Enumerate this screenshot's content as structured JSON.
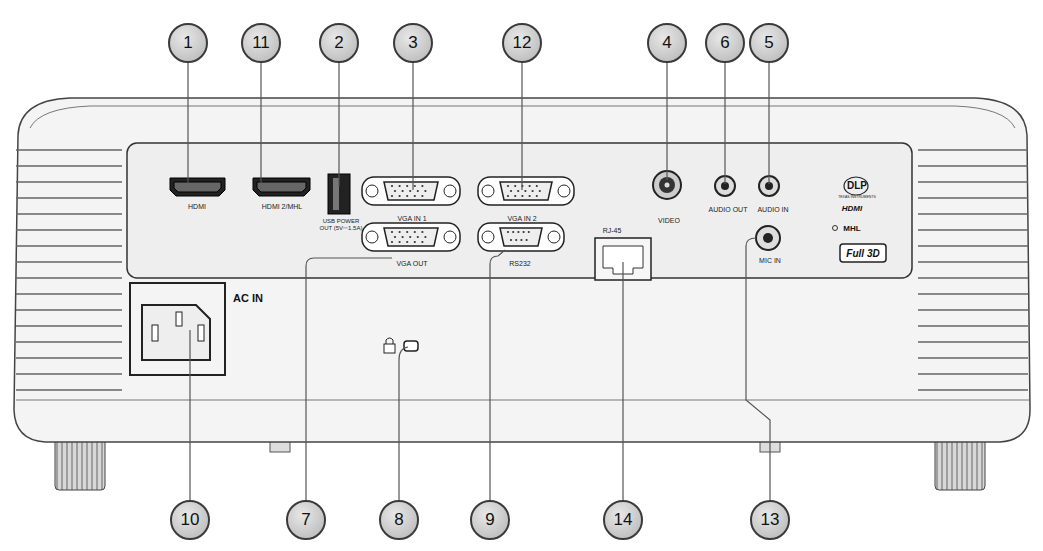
{
  "diagram": {
    "nodes": [
      {
        "text": [
          "1"
        ]
      },
      {
        "text": [
          "11"
        ]
      },
      {
        "text": [
          "2"
        ]
      },
      {
        "text": [
          "3"
        ]
      },
      {
        "text": [
          "12"
        ]
      },
      {
        "text": [
          "4"
        ]
      },
      {
        "text": [
          "6"
        ]
      },
      {
        "text": [
          "5"
        ]
      },
      {
        "text": [
          "10"
        ]
      },
      {
        "text": [
          "7"
        ]
      },
      {
        "text": [
          "8"
        ]
      },
      {
        "text": [
          "9"
        ]
      },
      {
        "text": [
          "14"
        ]
      },
      {
        "text": [
          "13"
        ]
      }
    ],
    "labels": [
      "HDMI",
      "HDMI 2/MHL",
      "USB POWER OUT (5V⎓1.5A)",
      "VGA IN 1",
      "VGA IN 2",
      "VIDEO",
      "AUDIO OUT",
      "AUDIO IN",
      "VGA OUT",
      "RS232",
      "RJ-45",
      "MIC IN",
      "AC IN",
      "DLP",
      "TEXAS INSTRUMENTS",
      "HDMI",
      "MHL",
      "Full 3D"
    ]
  }
}
